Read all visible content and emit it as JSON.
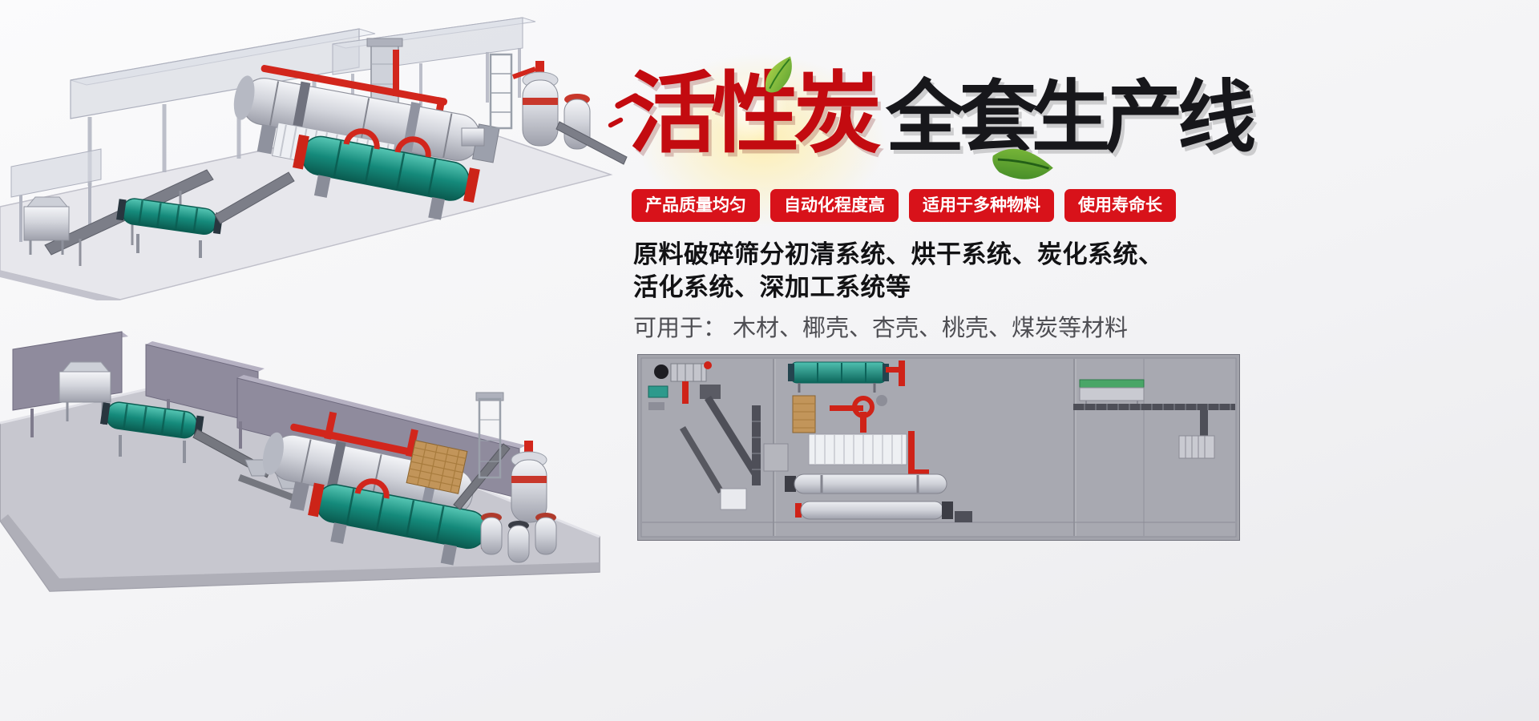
{
  "banner": {
    "title": {
      "highlight": "活性炭",
      "rest": "全套生产线"
    },
    "badges": [
      {
        "label": "产品质量均匀"
      },
      {
        "label": "自动化程度高"
      },
      {
        "label": "适用于多种物料"
      },
      {
        "label": "使用寿命长"
      }
    ],
    "description": {
      "line1": "原料破碎筛分初清系统、烘干系统、炭化系统、",
      "line2": "活化系统、深加工系统等",
      "line3": "可用于： 木材、椰壳、杏壳、桃壳、煤炭等材料"
    }
  },
  "colors": {
    "title_red": "#c30b10",
    "title_black": "#17171b",
    "badge_background": "#d8121a",
    "badge_text": "#ffffff",
    "machine_red": "#d2261c",
    "machine_teal": "#17897b",
    "panel_gray": "#a2a3ab",
    "wall_purple": "#8f8b9d"
  },
  "illustrations": {
    "top_left": "activated-carbon-production-line-3d-render-top",
    "bottom_left": "activated-carbon-production-line-3d-render-bottom",
    "bottom_right": "production-line-layout-diagram"
  }
}
